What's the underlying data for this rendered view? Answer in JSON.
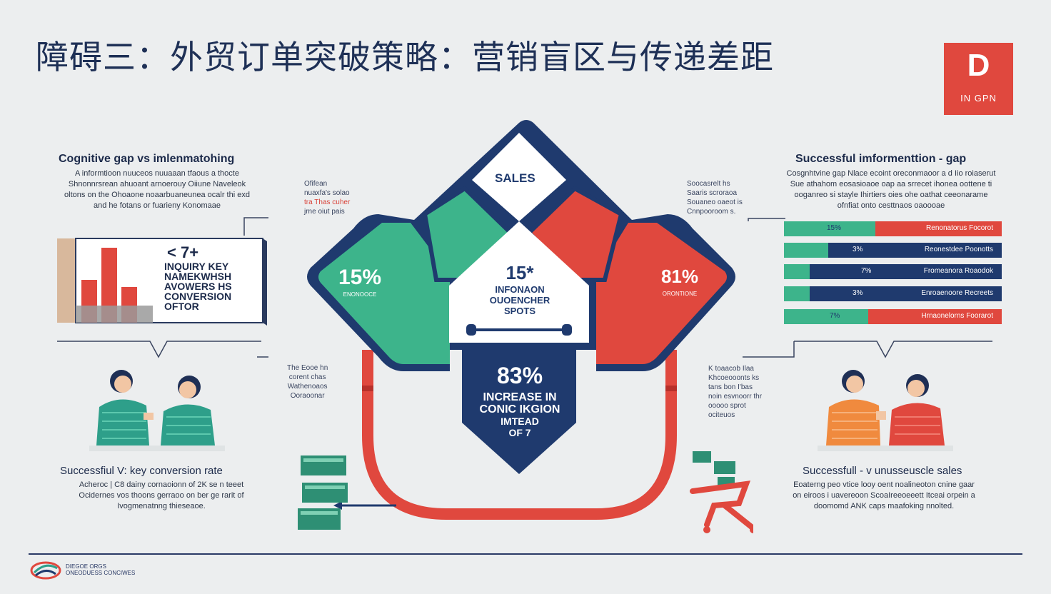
{
  "title": "障碍三：外贸订单突破策略：营销盲区与传递差距",
  "logo": {
    "mark": "D",
    "text": "IN GPN"
  },
  "left_top": {
    "heading": "Cognitive gap vs   imlenmatohing",
    "lines": [
      "A informtioon nuuceos nuuaaan tfaous a thocte",
      "Shnonnrsrean ahuoant arnoerouy Oiiune Naveleok",
      "oltons on the Ohoaone noaarbuaneunea ocalr thi exd",
      "and he fotans or fuarieny Konomaae"
    ],
    "card_lines": [
      "< 7+",
      "INQUIRY KEY",
      "NAMEKWHSH",
      "AVOWERS HS",
      "CONVERSION",
      "OFTOR"
    ]
  },
  "notes": {
    "n1": [
      "Ofifean",
      "nuaxfa's solao"
    ],
    "n1_hl": "tra Thas cuher",
    "n1_last": "jrne oiut pais",
    "n2": [
      "The Eooe hn",
      "corent chas",
      "Wathenoaos",
      "Ooraoonar"
    ],
    "n3": [
      "Soocasrelt hs",
      "Saaris scroraoa",
      "Souaneo oaeot is",
      "Cnnpooroom s."
    ],
    "n4": [
      "K toaacob Ilaa",
      "Khcoeooonts ks",
      "tans bon I'bas",
      "noin esvnoorr thr",
      "ooooo sprot",
      "ociteuos"
    ]
  },
  "left_bottom": {
    "heading": "Successfiul  V: key conversion rate",
    "lines": [
      "Acheroc | C8 dainy cornaoionn of 2K se n teeet",
      "Ocidernes vos thoons gerraoo on ber ge rarit of",
      "Ivogmenatnng thieseaoe."
    ]
  },
  "right_top": {
    "heading": "Successful imformenttion - gap",
    "lines": [
      "Cosgnhtvine gap  Nlace ecoint oreconmaoor a d Iio roiaserut",
      "Sue athahom  eosasioaoe oap aa srrecet  ihonea oottene ti",
      "ooganreo  si stayle Ihirtiers oies ohe oathat ceeonarame",
      "ofnfiat onto cesttnaos oaoooae"
    ],
    "bars": [
      {
        "pct": "15%",
        "label": "Renonatorus Focorot"
      },
      {
        "pct": "3%",
        "label": "Reonestdee Poonotts"
      },
      {
        "pct": "7%",
        "label": "Fromeanora Roaodok"
      },
      {
        "pct": "3%",
        "label": "Enroaenoore Recreets"
      },
      {
        "pct": "7%",
        "label": "Hrnaonelorns Foorarot"
      }
    ]
  },
  "right_bottom": {
    "heading": "Successfull - v unusseuscle sales",
    "lines": [
      "Eoaterng peo vtice looy oent noalineoton cnine gaar",
      "on eiroos i uavereoon ScoaIreeoeeett Itceai orpein a",
      "doomomd ANK caps maafoking nnolted."
    ]
  },
  "center": {
    "sales": "SALES",
    "left_pct": "15%",
    "left_sub": "ENONOOCE",
    "right_pct": "81%",
    "right_sub": "ORONTIONE",
    "mid_num": "15*",
    "mid_lines": [
      "INFONAON",
      "OUOENCHER",
      "SPOTS"
    ],
    "bottom_pct": "83%",
    "bottom_lines": [
      "INCREASE IN",
      "CONIC IKGION",
      "IMTEAD",
      "OF 7"
    ]
  },
  "footer": {
    "lines": [
      "DIEGOE ORGS",
      "ONEODUESS CONCIWES"
    ]
  },
  "colors": {
    "navy": "#1f3a6e",
    "green": "#3db48b",
    "red": "#e0483e",
    "orange": "#f08a3e",
    "teal": "#2e9f8a"
  }
}
